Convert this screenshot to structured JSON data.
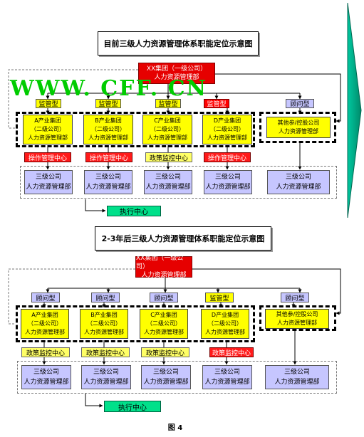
{
  "watermark": "WWW. CFF. CN",
  "figure_label": "图 4",
  "diagram1": {
    "title": "目前三级人力资源管理体系职能定位示意图",
    "top_line1": "XX集团（一级公司）",
    "top_line2": "人力资源管理部",
    "tags": [
      "监管型",
      "监管型",
      "监管型",
      "监管型",
      "顾问型"
    ],
    "groups": [
      [
        "A产业集团",
        "（二级公司）",
        "人力资源管理部"
      ],
      [
        "B产业集团",
        "（二级公司）",
        "人力资源管理部"
      ],
      [
        "C产业集团",
        "（二级公司）",
        "人力资源管理部"
      ],
      [
        "D产业集团",
        "（二级公司）",
        "人力资源管理部"
      ]
    ],
    "other_group": [
      "其他参/控股公司",
      "人力资源管理部"
    ],
    "centers": [
      "操作管理中心",
      "操作管理中心",
      "政策监控中心",
      "操作管理中心"
    ],
    "subs": [
      "三级公司",
      "人力资源管理部"
    ],
    "exec": "执行中心"
  },
  "diagram2": {
    "title": "2-3年后三级人力资源管理体系职能定位示意图",
    "top_line1": "XX集团（一级公司）",
    "top_line2": "人力资源管理部",
    "tags": [
      "顾问型",
      "顾问型",
      "顾问型",
      "监管型",
      "顾问型"
    ],
    "groups": [
      [
        "A产业集团",
        "（二级公司）",
        "人力资源管理部"
      ],
      [
        "B产业集团",
        "（二级公司）",
        "人力资源管理部"
      ],
      [
        "C产业集团",
        "（二级公司）",
        "人力资源管理部"
      ],
      [
        "D产业集团",
        "（二级公司）",
        "人力资源管理部"
      ]
    ],
    "other_group": [
      "其他参/控股公司",
      "人力资源管理部"
    ],
    "centers": [
      "政策监控中心",
      "政策监控中心",
      "政策监控中心",
      "政策监控中心"
    ],
    "subs": [
      "三级公司",
      "人力资源管理部"
    ],
    "exec": "执行中心"
  },
  "colors": {
    "red": "#e60000",
    "yellow": "#ffff00",
    "lavender": "#c6c6ff",
    "green": "#00e08a",
    "arrow": "#00a88a"
  }
}
